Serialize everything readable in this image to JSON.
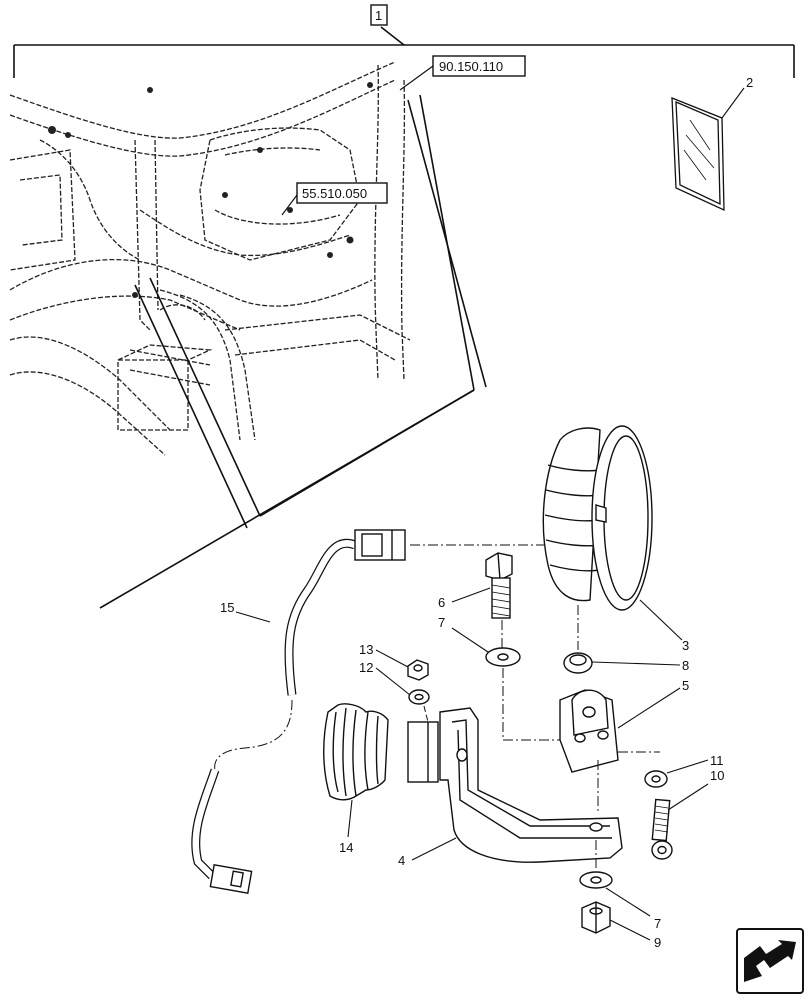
{
  "assembly_label": "1",
  "references": {
    "ref_top": "90.150.110",
    "ref_mid": "55.510.050"
  },
  "callouts": {
    "c2": "2",
    "c3": "3",
    "c4": "4",
    "c5": "5",
    "c6": "6",
    "c7a": "7",
    "c7b": "7",
    "c8": "8",
    "c9": "9",
    "c10": "10",
    "c11": "11",
    "c12": "12",
    "c13": "13",
    "c14": "14",
    "c15": "15"
  },
  "icons": {
    "nav": "next-page-arrow-icon"
  }
}
